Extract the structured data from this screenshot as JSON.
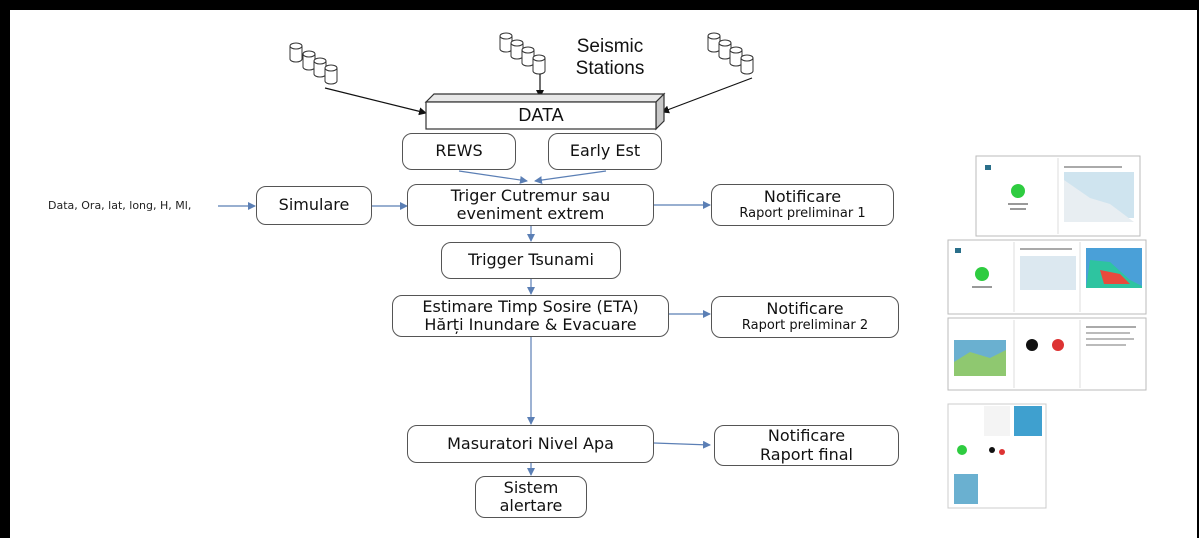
{
  "stations_label": [
    "Seismic",
    "Stations"
  ],
  "data_label": "DATA",
  "rews_label": "REWS",
  "early_est_label": "Early Est",
  "input_params": "Data, Ora, lat, long, H, Ml,",
  "simulare_label": "Simulare",
  "trigger_cutremur": [
    "Triger Cutremur sau",
    "eveniment extrem"
  ],
  "notificare_1": [
    "Notificare",
    "Raport preliminar 1"
  ],
  "trigger_tsunami": "Trigger Tsunami",
  "estimare": [
    "Estimare Timp Sosire (ETA)",
    "Hărți Inundare & Evacuare"
  ],
  "notificare_2": [
    "Notificare",
    "Raport preliminar 2"
  ],
  "masuratori": "Masuratori Nivel Apa",
  "notificare_3": [
    "Notificare",
    "Raport final"
  ],
  "sistem_alertare": [
    "Sistem",
    "alertare"
  ],
  "colors": {
    "arrow_blue": "#5b7fb5",
    "arrow_black": "#111111",
    "box_border": "#555555",
    "frame": "#000000"
  }
}
